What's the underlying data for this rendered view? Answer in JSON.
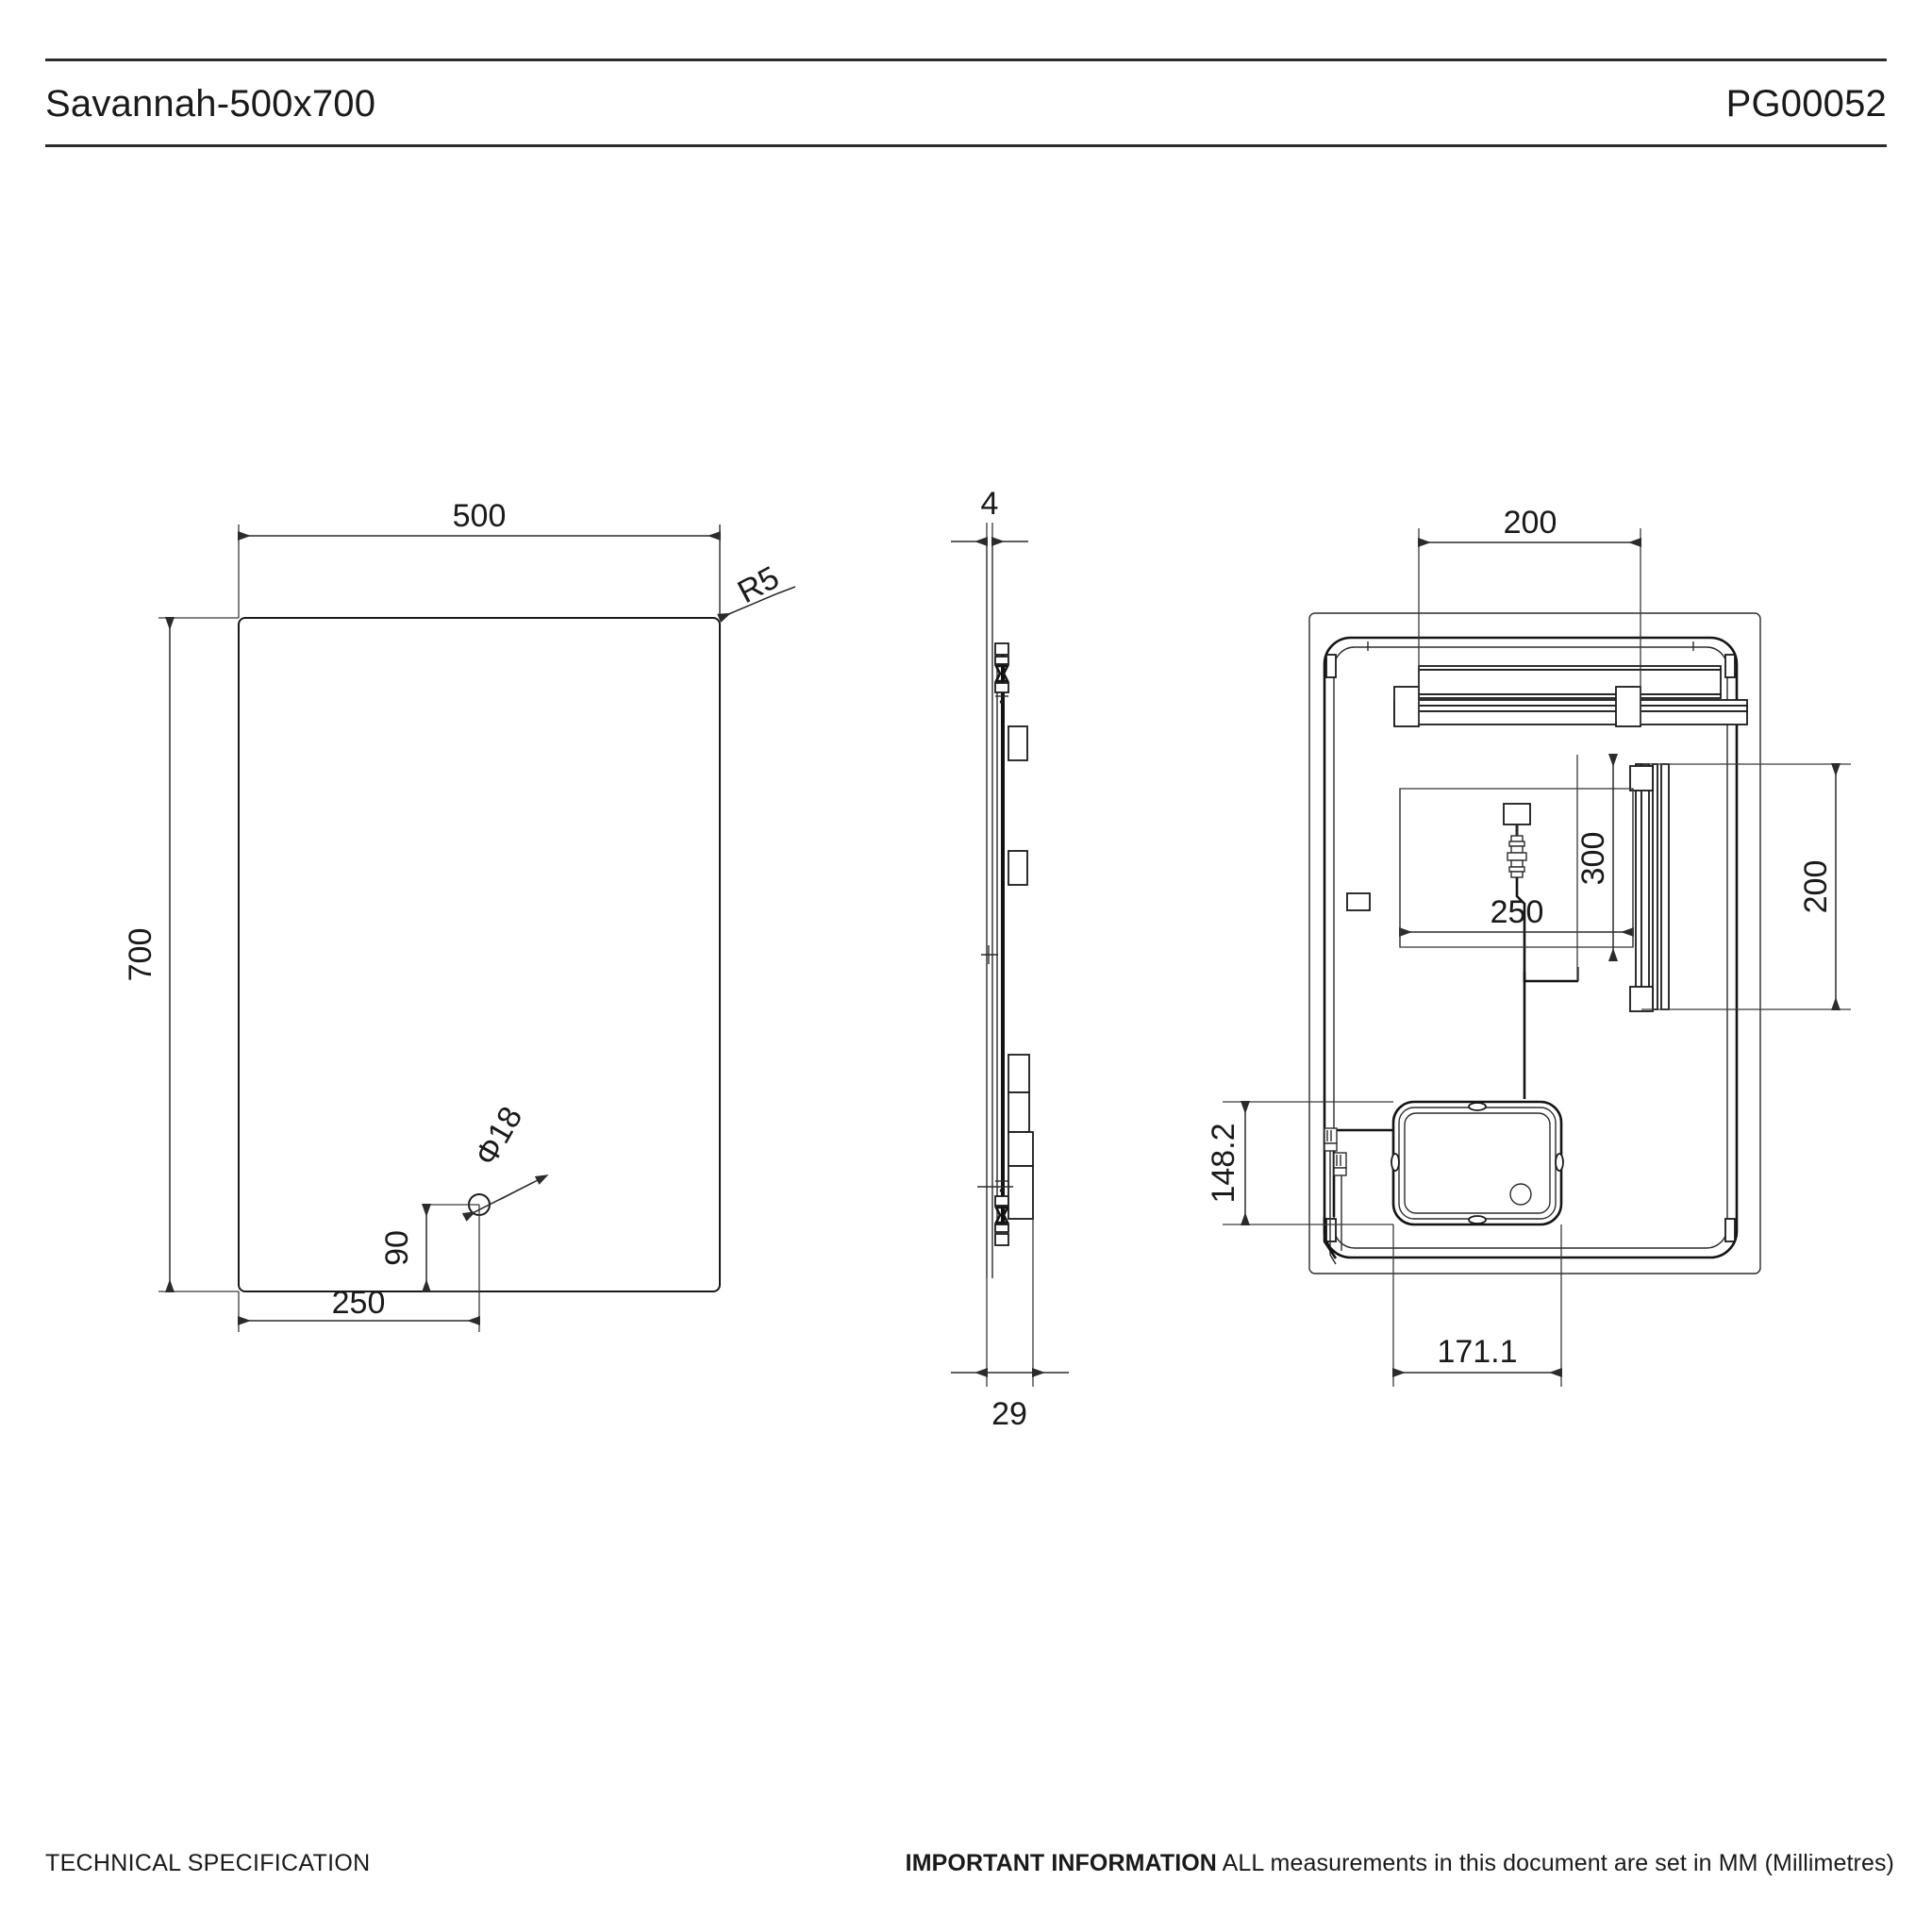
{
  "header": {
    "title": "Savannah-500x700",
    "product_code": "PG00052"
  },
  "footer": {
    "left_label": "TECHNICAL SPECIFICATION",
    "right_strong": "IMPORTANT INFORMATION",
    "right_text": " ALL measurements in this document are set in MM (Millimetres)"
  },
  "views": {
    "front": {
      "name": "front-elevation",
      "width_dim": "500",
      "height_dim": "700",
      "corner_radius_dim": "R5",
      "hole_diameter_dim": "Φ18",
      "hole_offset_vertical_dim": "90",
      "hole_offset_horizontal_dim": "250"
    },
    "side": {
      "name": "side-section",
      "glass_thickness_dim": "4",
      "overall_depth_dim": "29"
    },
    "rear": {
      "name": "rear-view",
      "top_strip_width_dim": "200",
      "inner_box_width_dim": "250",
      "inner_box_height_dim": "300",
      "right_strip_height_dim": "200",
      "driver_offset_vertical_dim": "148.2",
      "driver_offset_horizontal_dim": "171.1"
    }
  },
  "colors": {
    "line": "#1a1a1a",
    "dimension": "#2b2b2b",
    "text": "#1a1a1a",
    "background": "#ffffff"
  }
}
